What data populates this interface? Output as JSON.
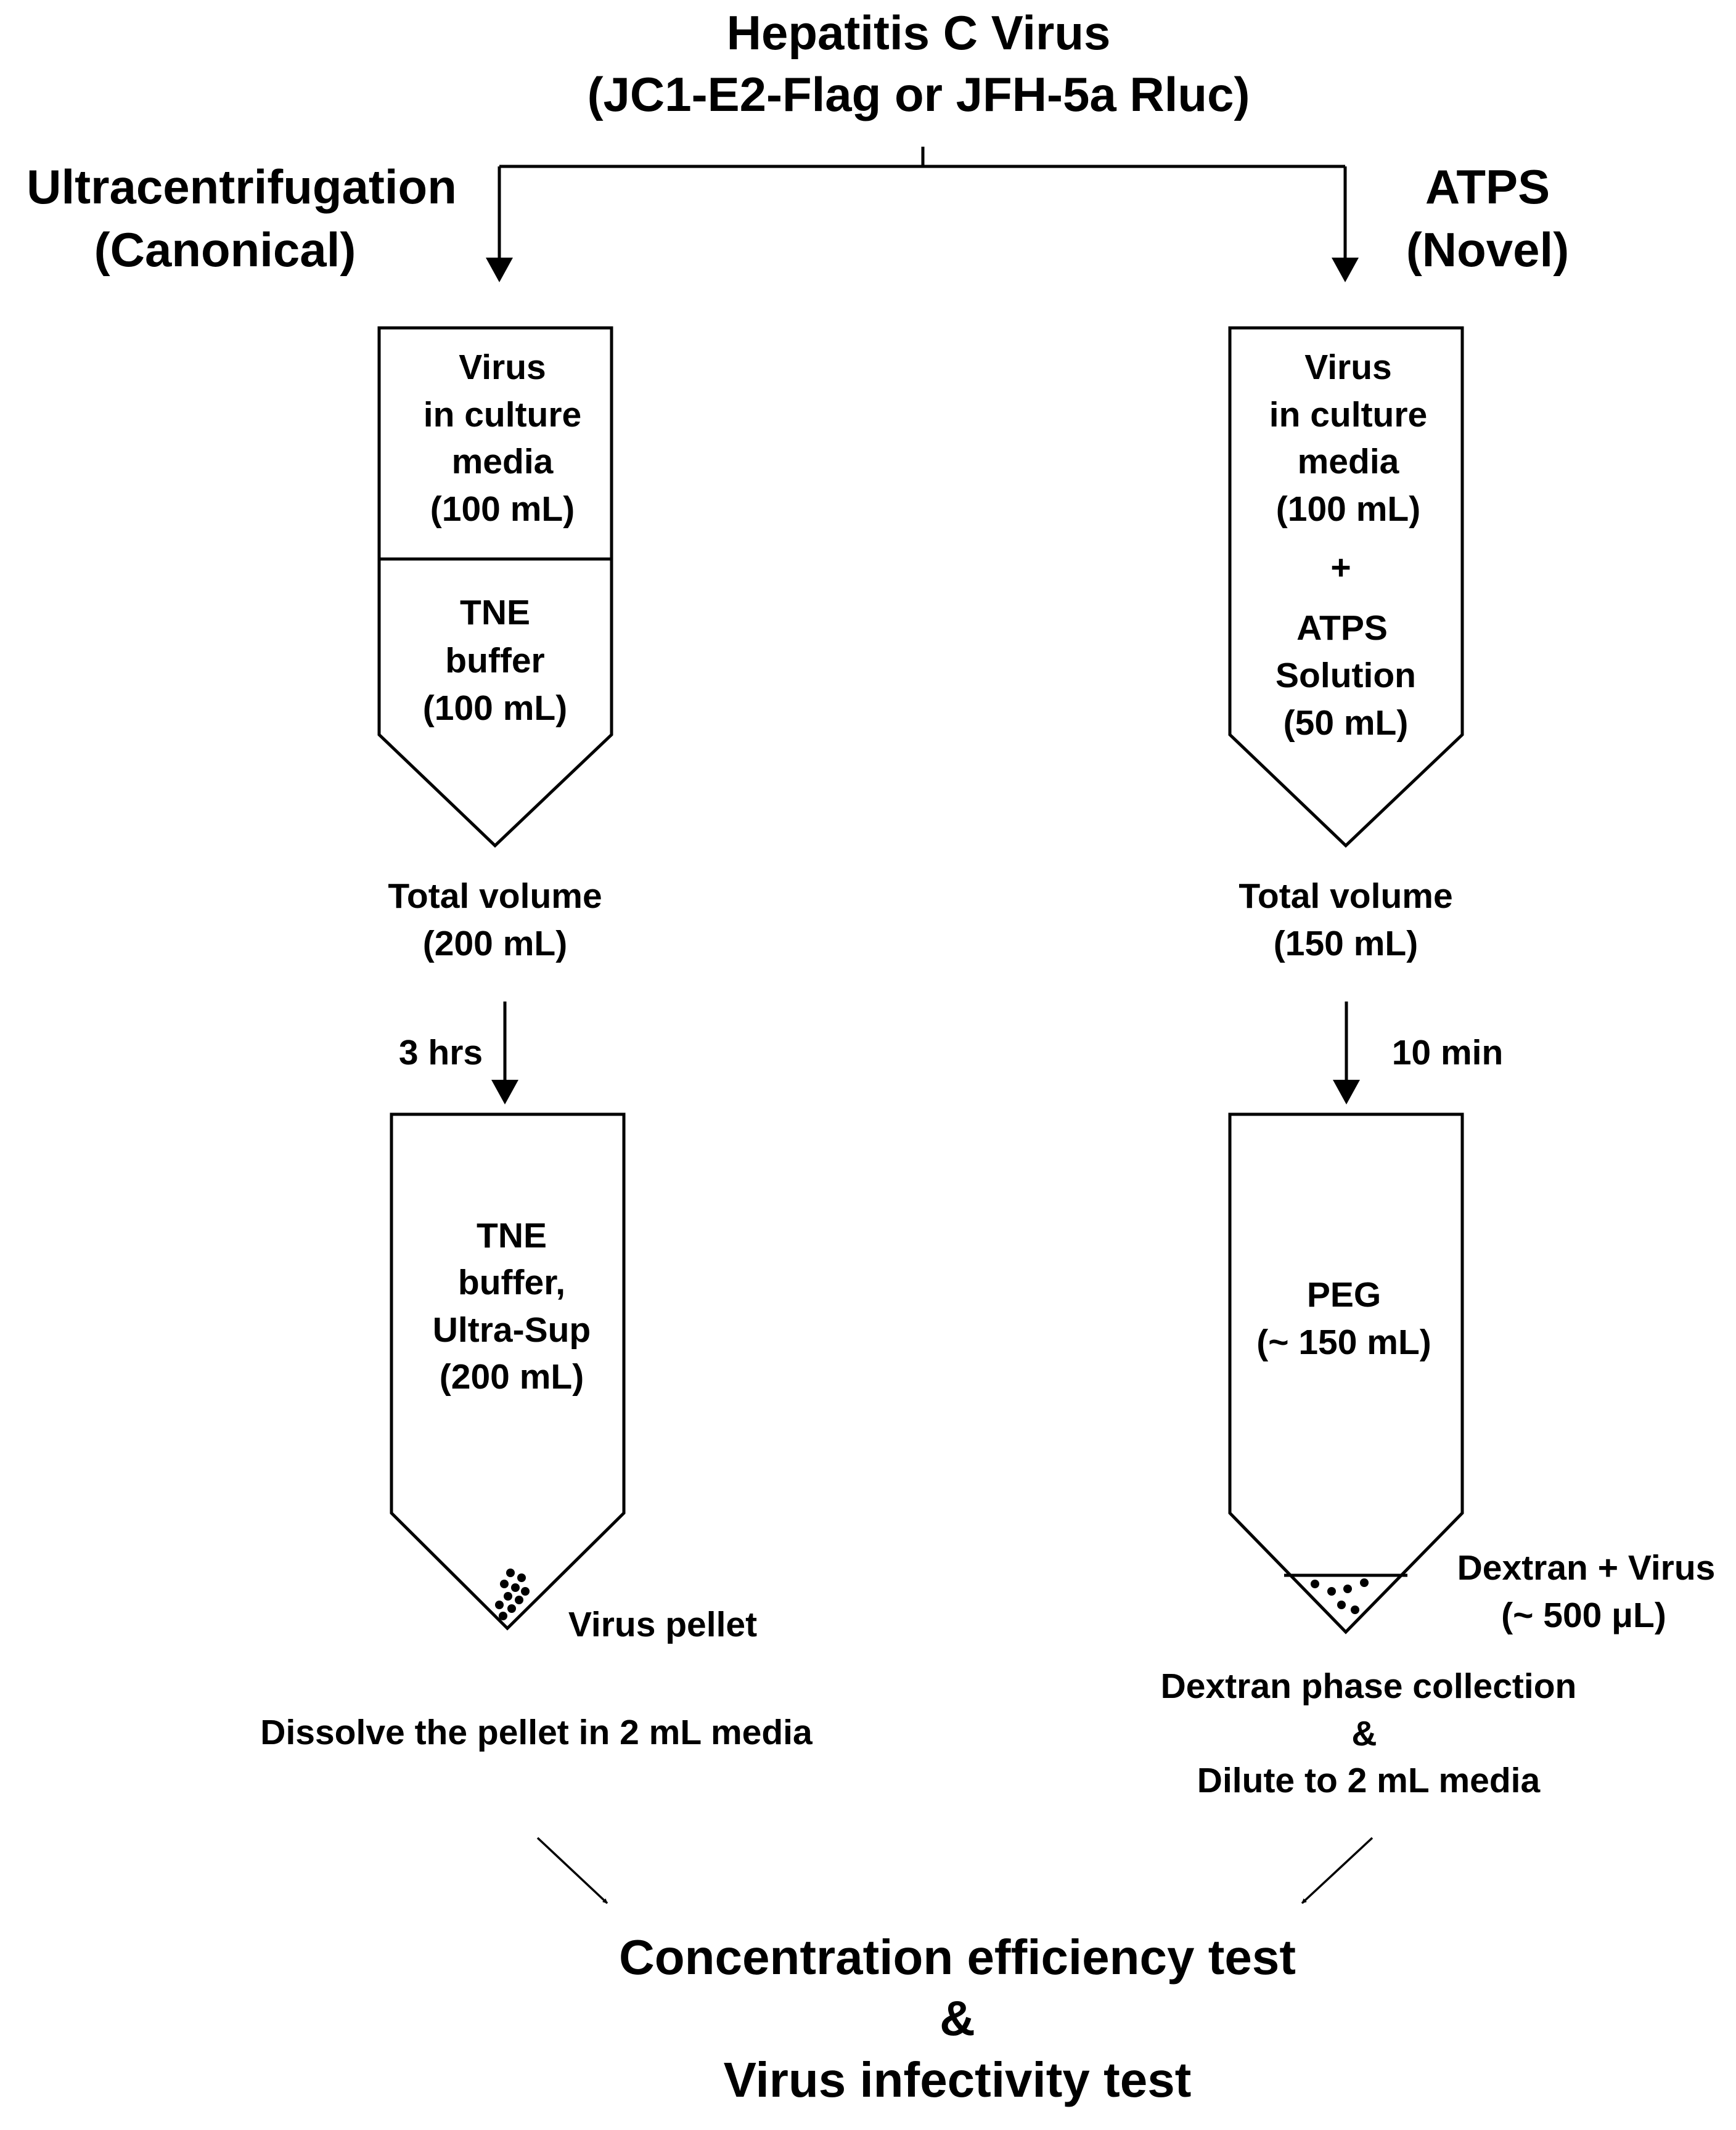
{
  "title": {
    "line1": "Hepatitis C Virus",
    "line2": "(JC1-E2-Flag or JFH-5a Rluc)"
  },
  "left": {
    "heading1": "Ultracentrifugation",
    "heading2": "(Canonical)",
    "tube_top": [
      "Virus",
      "in culture",
      "media",
      "(100 mL)"
    ],
    "tube_bottom": [
      "TNE",
      "buffer",
      "(100 mL)"
    ],
    "total": [
      "Total volume",
      "(200 mL)"
    ],
    "time": "3 hrs",
    "tube2": [
      "TNE",
      "buffer,",
      "Ultra-Sup",
      "(200 mL)"
    ],
    "pellet_label": "Virus pellet",
    "instruction": "Dissolve the pellet in 2 mL media"
  },
  "right": {
    "heading1": "ATPS",
    "heading2": "(Novel)",
    "tube_top": [
      "Virus",
      "in culture",
      "media",
      "(100 mL)",
      "+",
      "ATPS",
      "Solution",
      "(50 mL)"
    ],
    "total": [
      "Total volume",
      "(150 mL)"
    ],
    "time": "10 min",
    "tube2": [
      "PEG",
      "(~ 150 mL)"
    ],
    "phase_label": [
      "Dextran + Virus",
      "(~ 500 μL)"
    ],
    "instruction": [
      "Dextran phase collection",
      "&",
      "Dilute to 2 mL media"
    ]
  },
  "final": [
    "Concentration efficiency test",
    "&",
    "Virus infectivity test"
  ]
}
